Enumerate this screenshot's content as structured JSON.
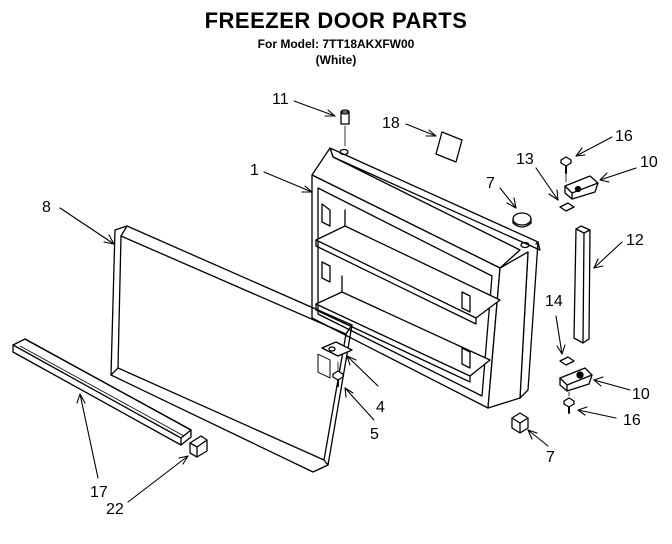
{
  "header": {
    "title": "FREEZER DOOR PARTS",
    "model_line": "For Model: 7TT18AKXFW00",
    "color_line": "(White)"
  },
  "callouts": [
    {
      "id": "c11a",
      "label": "11"
    },
    {
      "id": "c18",
      "label": "18"
    },
    {
      "id": "c16a",
      "label": "16"
    },
    {
      "id": "c13",
      "label": "13"
    },
    {
      "id": "c10a",
      "label": "10"
    },
    {
      "id": "c1",
      "label": "1"
    },
    {
      "id": "c7a",
      "label": "7"
    },
    {
      "id": "c8",
      "label": "8"
    },
    {
      "id": "c12",
      "label": "12"
    },
    {
      "id": "c14",
      "label": "14"
    },
    {
      "id": "c4",
      "label": "4"
    },
    {
      "id": "c10b",
      "label": "10"
    },
    {
      "id": "c5",
      "label": "5"
    },
    {
      "id": "c16b",
      "label": "16"
    },
    {
      "id": "c7b",
      "label": "7"
    },
    {
      "id": "c17",
      "label": "17"
    },
    {
      "id": "c22",
      "label": "22"
    }
  ]
}
